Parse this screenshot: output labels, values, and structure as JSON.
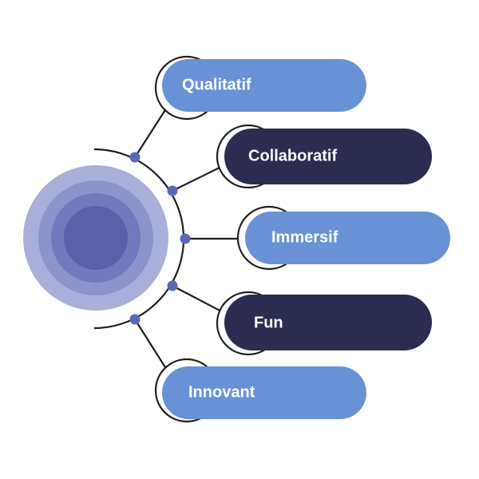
{
  "colors": {
    "light_pill": "#6892D5",
    "dark_pill": "#2B2C50",
    "connector": "#1E1E1E",
    "node_dot": "#5B66B8",
    "ring_outer": "#A9AFD9",
    "ring_2": "#8D93CB",
    "ring_3": "#7279BF",
    "ring_inner": "#5A61AB"
  },
  "items": [
    {
      "label": "Qualitatif",
      "tone": "light"
    },
    {
      "label": "Collaboratif",
      "tone": "dark"
    },
    {
      "label": "Immersif",
      "tone": "light"
    },
    {
      "label": "Fun",
      "tone": "dark"
    },
    {
      "label": "Innovant",
      "tone": "light"
    }
  ]
}
